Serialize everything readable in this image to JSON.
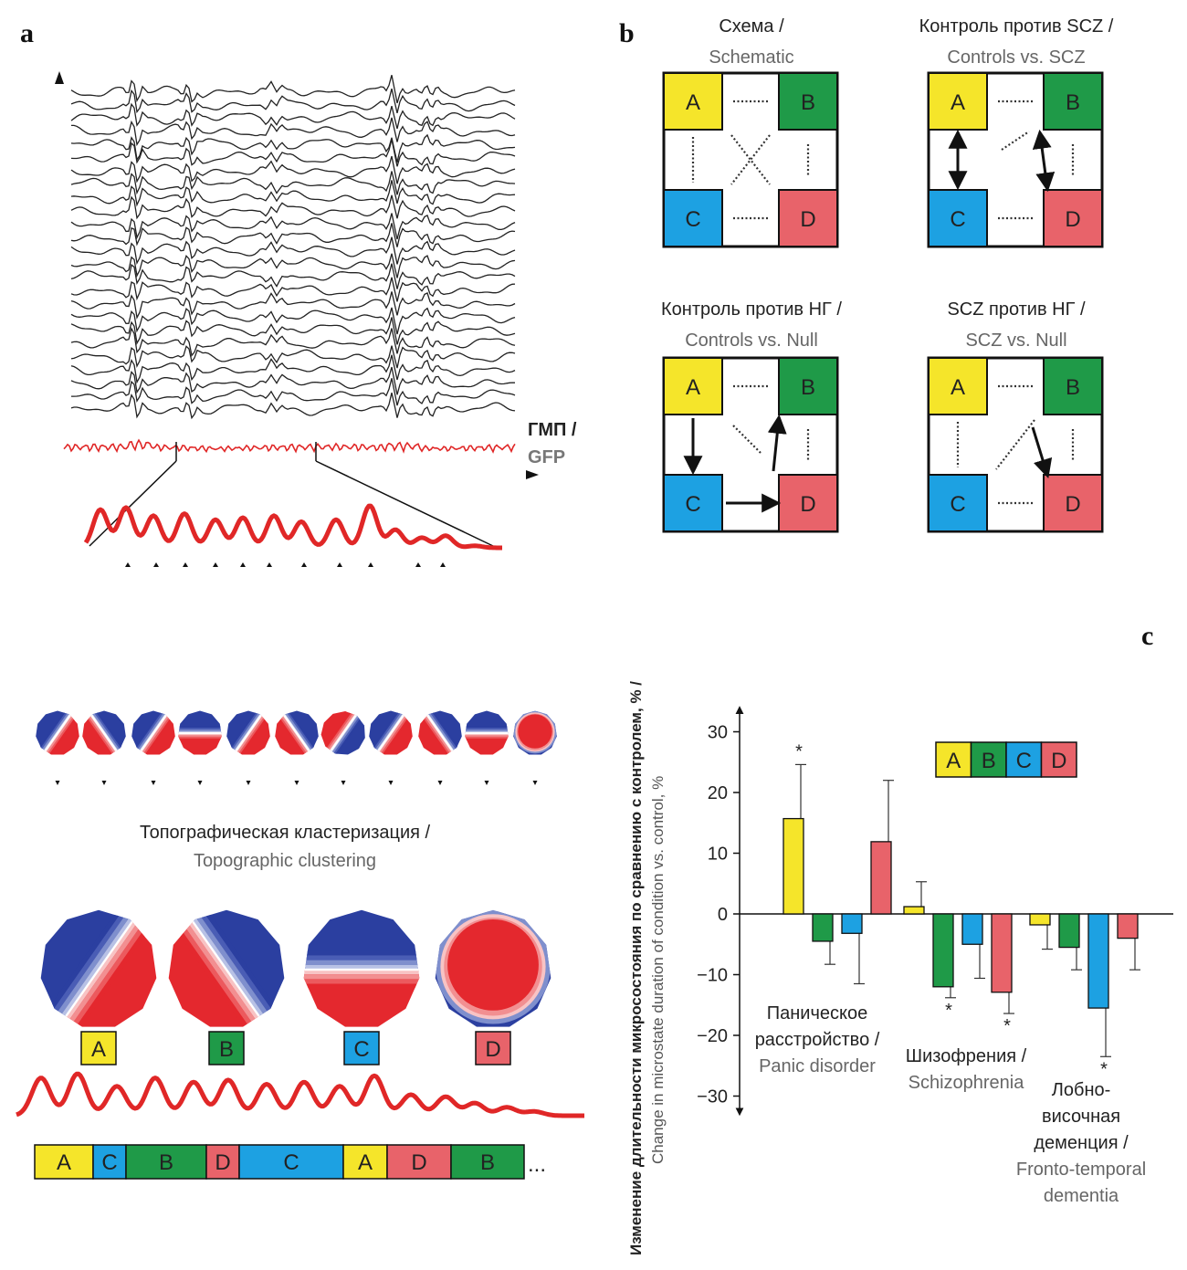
{
  "colors": {
    "A": "#f5e52a",
    "B": "#1f9a48",
    "C": "#1da1e2",
    "D": "#e8636a",
    "trace": "#222222",
    "gfp": "#e02727",
    "map_red": "#e4282e",
    "map_blue": "#2b3fa0"
  },
  "panel_a": {
    "letter": "a",
    "gfp_label_ru": "ГМП /",
    "gfp_label_en": "GFP",
    "clustering_ru": "Топографическая кластеризация /",
    "clustering_en": "Topographic clustering",
    "map_labels": [
      "A",
      "B",
      "C",
      "D"
    ],
    "sequence": [
      "A",
      "C",
      "B",
      "D",
      "C",
      "A",
      "D",
      "B"
    ],
    "sequence_more": "..."
  },
  "panel_b": {
    "letter": "b",
    "diagrams": [
      {
        "title_ru": "Схема /",
        "title_en": "Schematic"
      },
      {
        "title_ru": "Контроль против SCZ /",
        "title_en": "Controls vs. SCZ"
      },
      {
        "title_ru": "Контроль против НГ /",
        "title_en": "Controls vs. Null"
      },
      {
        "title_ru": "SCZ против НГ /",
        "title_en": "SCZ vs. Null"
      }
    ],
    "box_labels": [
      "A",
      "B",
      "C",
      "D"
    ]
  },
  "panel_c": {
    "letter": "c"
  },
  "chart_data": {
    "type": "bar",
    "ylabel_ru": "Изменение длительности микросостояния по сравнению с контролем, % /",
    "ylabel_en": "Change in microstate duration of condition vs. control, %",
    "ylim": [
      -30,
      30
    ],
    "yticks": [
      "30",
      "20",
      "10",
      "0",
      "−10",
      "−20",
      "−30"
    ],
    "legend": [
      "A",
      "B",
      "C",
      "D"
    ],
    "groups": [
      {
        "label_ru_lines": [
          "Паническое",
          "расстройство /"
        ],
        "label_en_lines": [
          "Panic disorder"
        ],
        "values": [
          15.7,
          -4.5,
          -3.2,
          11.9
        ],
        "errors": [
          8.9,
          3.8,
          8.3,
          10.1
        ],
        "significant": [
          true,
          false,
          false,
          false
        ]
      },
      {
        "label_ru_lines": [
          "Шизофрения /"
        ],
        "label_en_lines": [
          "Schizophrenia"
        ],
        "values": [
          1.2,
          -12.0,
          -5.0,
          -12.9
        ],
        "errors": [
          4.1,
          1.8,
          5.6,
          3.5
        ],
        "significant": [
          false,
          true,
          false,
          true
        ]
      },
      {
        "label_ru_lines": [
          "Лобно-",
          "височная",
          "деменция /"
        ],
        "label_en_lines": [
          "Fronto-temporal",
          "dementia"
        ],
        "values": [
          -1.8,
          -5.5,
          -15.5,
          -4.0
        ],
        "errors": [
          4.0,
          3.7,
          8.0,
          5.2
        ],
        "significant": [
          false,
          false,
          true,
          false
        ]
      }
    ],
    "significance_marker": "*"
  }
}
